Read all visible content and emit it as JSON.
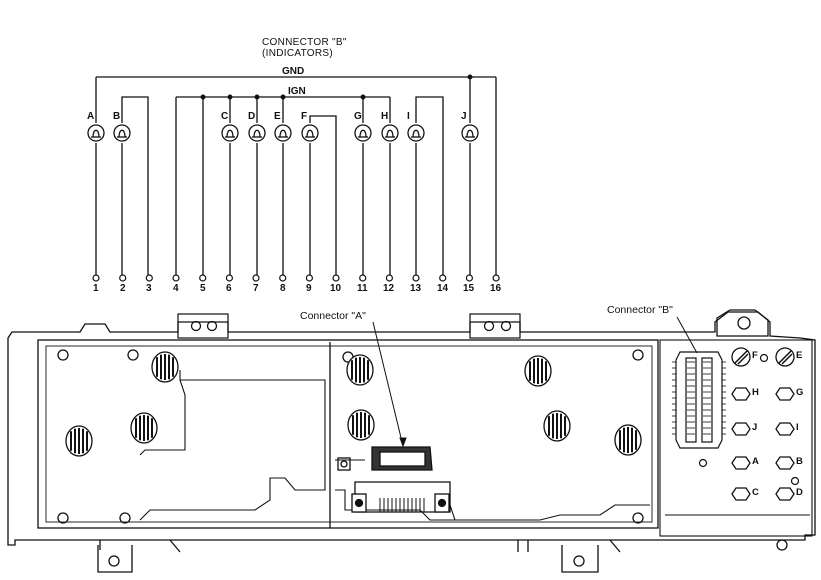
{
  "schematic": {
    "title_line1": "CONNECTOR \"B\"",
    "title_line2": "(INDICATORS)",
    "gnd_label": "GND",
    "ign_label": "IGN",
    "bulbs": [
      "A",
      "B",
      "C",
      "D",
      "E",
      "F",
      "G",
      "H",
      "I",
      "J"
    ],
    "pins": [
      "1",
      "2",
      "3",
      "4",
      "5",
      "6",
      "7",
      "8",
      "9",
      "10",
      "11",
      "12",
      "13",
      "14",
      "15",
      "16"
    ]
  },
  "cluster": {
    "connector_a_label": "Connector \"A\"",
    "connector_b_label": "Connector \"B\"",
    "socket_labels": [
      "F",
      "E",
      "H",
      "G",
      "J",
      "I",
      "A",
      "B",
      "C",
      "D"
    ]
  }
}
